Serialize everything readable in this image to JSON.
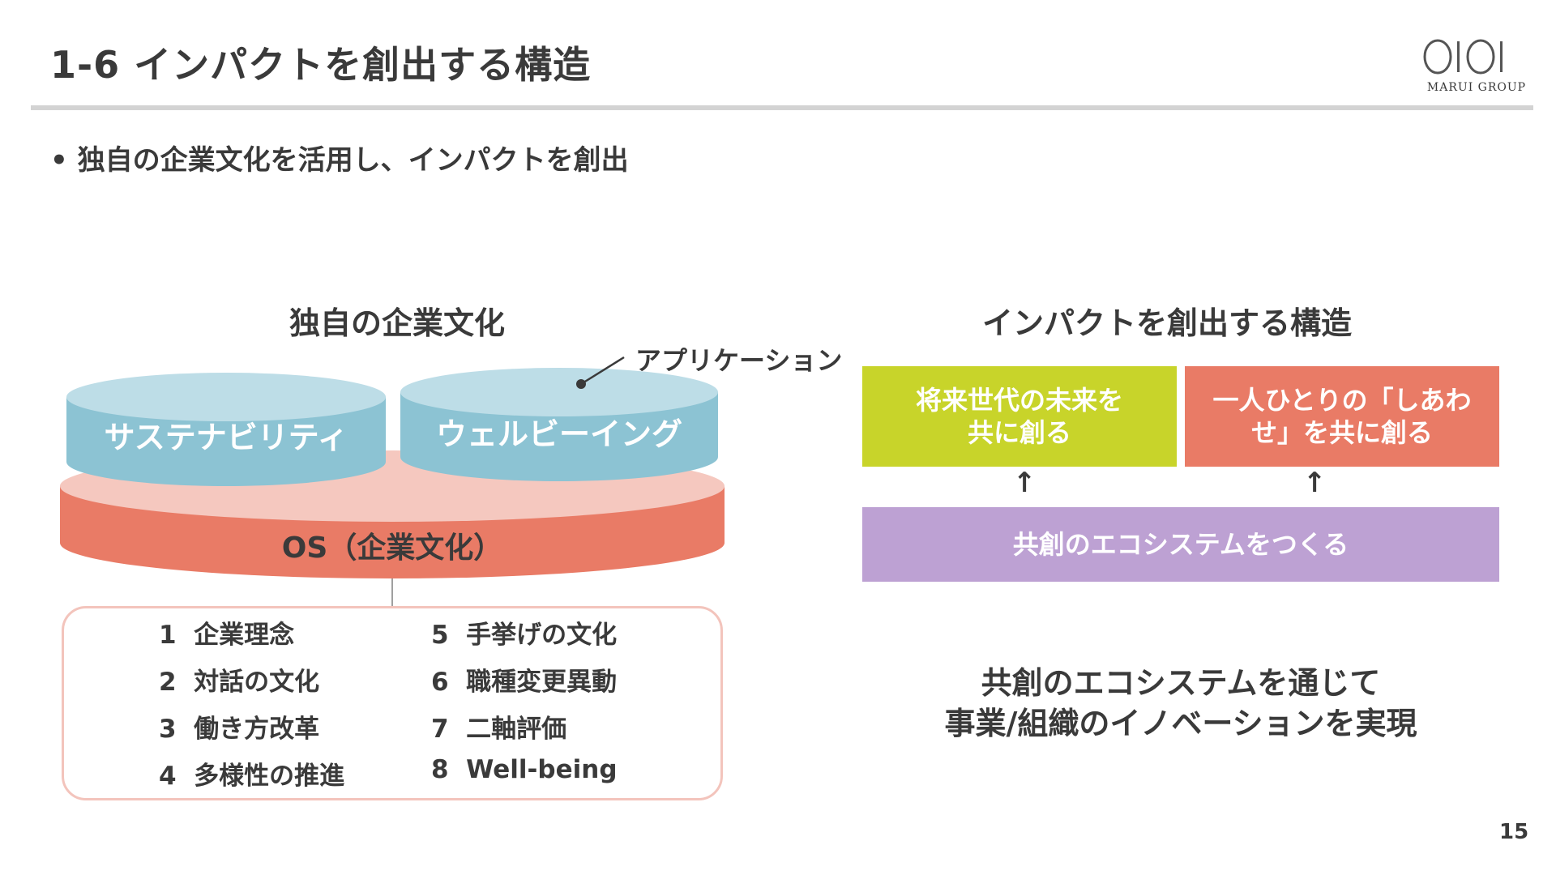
{
  "header": {
    "title": "1-6 インパクトを創出する構造",
    "logo_text": "MARUI GROUP"
  },
  "intro": {
    "bullet": "• 独自の企業文化を活用し、インパクトを創出"
  },
  "left_panel": {
    "heading": "独自の企業文化",
    "callout_label": "アプリケーション",
    "apps": [
      {
        "label": "サステナビリティ"
      },
      {
        "label": "ウェルビーイング"
      }
    ],
    "os_label": "OS（企業文化）",
    "culture_items": [
      {
        "num": "1",
        "text": "企業理念"
      },
      {
        "num": "2",
        "text": "対話の文化"
      },
      {
        "num": "3",
        "text": "働き方改革"
      },
      {
        "num": "4",
        "text": "多様性の推進"
      },
      {
        "num": "5",
        "text": "手挙げの文化"
      },
      {
        "num": "6",
        "text": "職種変更異動"
      },
      {
        "num": "7",
        "text": "二軸評価"
      },
      {
        "num": "8",
        "text": "Well-being"
      }
    ]
  },
  "right_panel": {
    "heading": "インパクトを創出する構造",
    "outcomes": [
      {
        "line1": "将来世代の未来を",
        "line2": "共に創る"
      },
      {
        "line1": "一人ひとりの「しあわ",
        "line2": "せ」を共に創る"
      }
    ],
    "arrow_up": "↑",
    "foundation": "共創のエコシステムをつくる",
    "conclusion_line1": "共創のエコシステムを通じて",
    "conclusion_line2": "事業/組織のイノベーションを実現"
  },
  "colors": {
    "app_blue": "#8cc3d3",
    "app_top": "#bddde7",
    "os_red": "#e97b66",
    "os_top": "#f5c8bf",
    "green": "#c8d42a",
    "coral": "#e97b66",
    "purple": "#bda1d3"
  },
  "footer": {
    "page_number": "15"
  }
}
